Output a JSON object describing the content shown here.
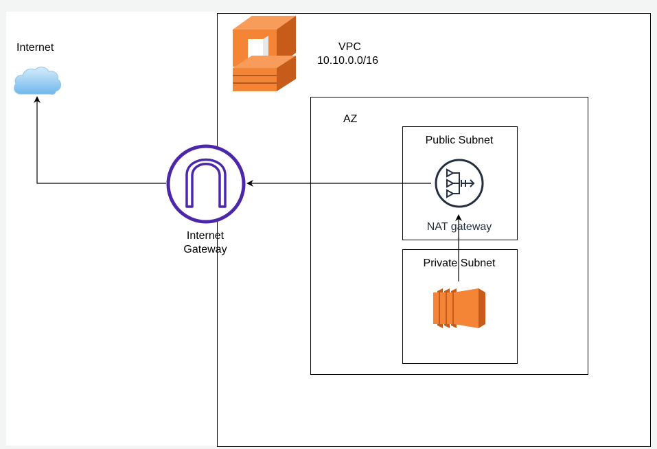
{
  "internet": {
    "label": "Internet",
    "icon": "cloud-icon"
  },
  "vpc": {
    "title": "VPC",
    "cidr": "10.10.0.0/16",
    "icon": "vpc-icon",
    "icon_color": "#f58536"
  },
  "az": {
    "label": "AZ"
  },
  "public_subnet": {
    "label": "Public Subnet"
  },
  "private_subnet": {
    "label": "Private Subnet"
  },
  "nat_gateway": {
    "label": "NAT gateway",
    "icon": "nat-gateway-icon",
    "color": "#232f3e"
  },
  "internet_gateway": {
    "label_line1": "Internet",
    "label_line2": "Gateway",
    "icon": "internet-gateway-icon",
    "color": "#4d27aa"
  },
  "ec2": {
    "icon": "ec2-instance-icon",
    "color": "#f58536"
  },
  "edges": [
    {
      "from": "ec2-instance",
      "to": "nat-gateway"
    },
    {
      "from": "nat-gateway",
      "to": "internet-gateway"
    },
    {
      "from": "internet-gateway",
      "to": "internet"
    }
  ]
}
